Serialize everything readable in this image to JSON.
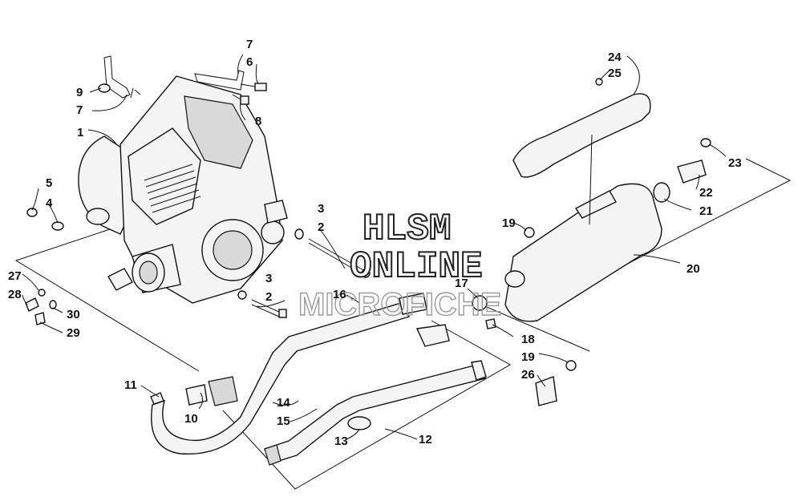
{
  "watermark": {
    "line1": "HLSM",
    "line2": "ONLINE",
    "line3": "MICROFICHE"
  },
  "callouts": {
    "c1": "1",
    "c2a": "2",
    "c2b": "2",
    "c3a": "3",
    "c3b": "3",
    "c4": "4",
    "c5": "5",
    "c6": "6",
    "c7a": "7",
    "c7b": "7",
    "c8": "8",
    "c9": "9",
    "c10": "10",
    "c11": "11",
    "c12": "12",
    "c13": "13",
    "c14": "14",
    "c15": "15",
    "c16": "16",
    "c17": "17",
    "c18": "18",
    "c19a": "19",
    "c19b": "19",
    "c20": "20",
    "c21": "21",
    "c22": "22",
    "c23": "23",
    "c24": "24",
    "c25": "25",
    "c26": "26",
    "c27": "27",
    "c28": "28",
    "c29": "29",
    "c30": "30"
  }
}
